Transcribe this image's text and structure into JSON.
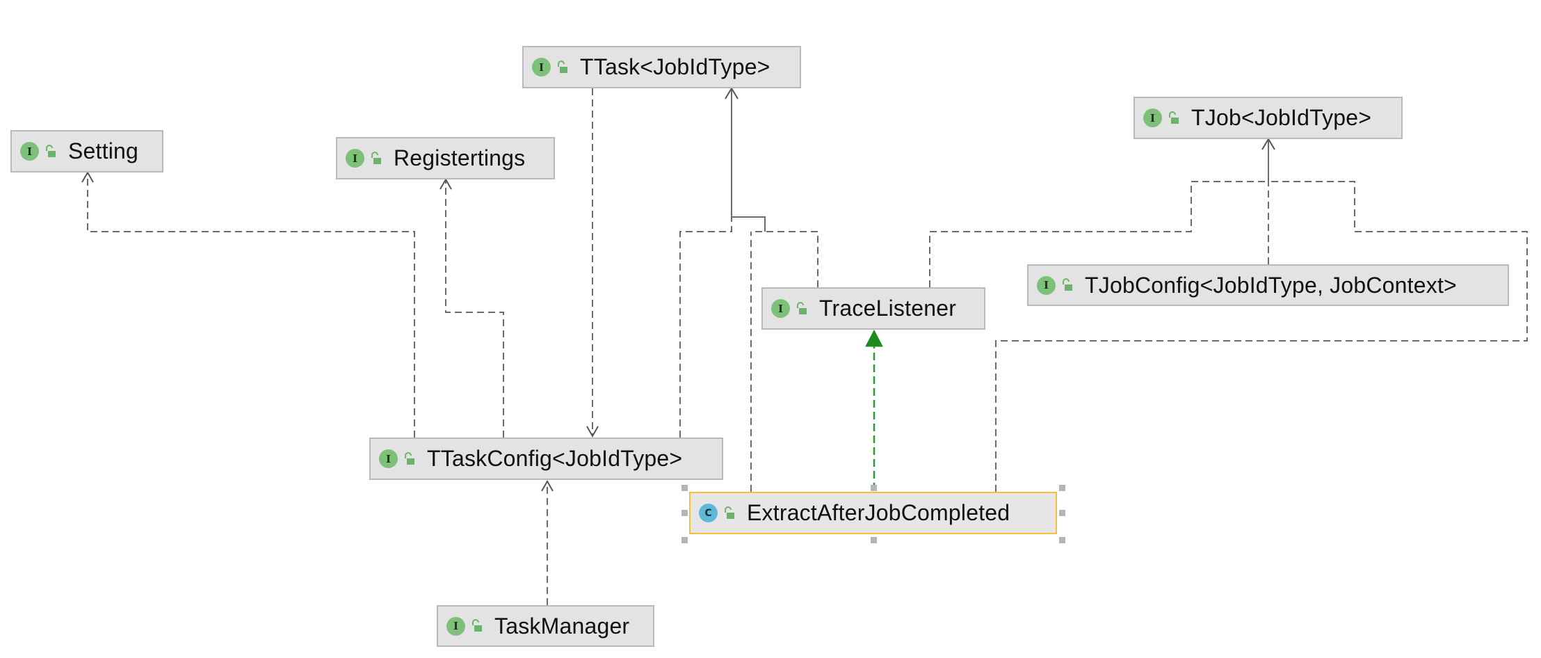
{
  "diagram": {
    "nodes": {
      "ttask": {
        "label": "TTask<JobIdType>",
        "kind": "interface",
        "badge": "I"
      },
      "setting": {
        "label": "Setting",
        "kind": "interface",
        "badge": "I"
      },
      "registertings": {
        "label": "Registertings",
        "kind": "interface",
        "badge": "I"
      },
      "tjob": {
        "label": "TJob<JobIdType>",
        "kind": "interface",
        "badge": "I"
      },
      "tjobconfig": {
        "label": "TJobConfig<JobIdType, JobContext>",
        "kind": "interface",
        "badge": "I"
      },
      "tracelistener": {
        "label": "TraceListener",
        "kind": "interface",
        "badge": "I"
      },
      "ttaskconfig": {
        "label": "TTaskConfig<JobIdType>",
        "kind": "interface",
        "badge": "I"
      },
      "extract": {
        "label": "ExtractAfterJobCompleted",
        "kind": "class",
        "badge": "C",
        "selected": true
      },
      "taskmanager": {
        "label": "TaskManager",
        "kind": "interface",
        "badge": "I"
      }
    },
    "edges": [
      {
        "from": "ttaskconfig",
        "to": "setting",
        "type": "dependency"
      },
      {
        "from": "ttaskconfig",
        "to": "registertings",
        "type": "dependency"
      },
      {
        "from": "ttask",
        "to": "ttaskconfig",
        "type": "dependency"
      },
      {
        "from": "ttaskconfig",
        "to": "ttask",
        "type": "dependency"
      },
      {
        "from": "tracelistener",
        "to": "ttask",
        "type": "extends"
      },
      {
        "from": "extract",
        "to": "ttask",
        "type": "dependency"
      },
      {
        "from": "tracelistener",
        "to": "tjob",
        "type": "dependency"
      },
      {
        "from": "tjobconfig",
        "to": "tjob",
        "type": "extends"
      },
      {
        "from": "extract",
        "to": "tjob",
        "type": "dependency"
      },
      {
        "from": "extract",
        "to": "tracelistener",
        "type": "implements"
      },
      {
        "from": "taskmanager",
        "to": "ttaskconfig",
        "type": "dependency"
      }
    ],
    "colors": {
      "node_fill": "#e3e3e3",
      "node_border": "#b9b9b9",
      "selected_border": "#f0c238",
      "interface_badge": "#7cc07a",
      "class_badge": "#5fb9d6",
      "dependency_line": "#6b6b6b",
      "implements_line": "#2a9a2a",
      "implements_arrow": "#1e8a1e"
    }
  }
}
